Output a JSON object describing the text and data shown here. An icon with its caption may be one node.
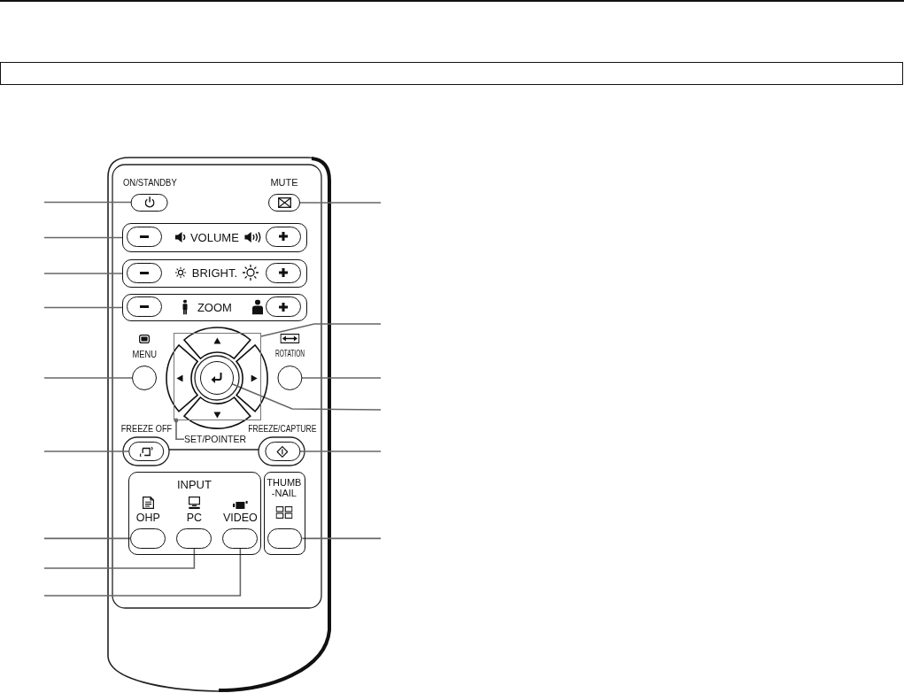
{
  "diagram": {
    "nodes": [
      {
        "text": [
          "ON/STANDBY"
        ]
      },
      {
        "text": [
          "MUTE"
        ]
      },
      {
        "text": [
          "VOLUME"
        ]
      },
      {
        "text": [
          "BRIGHT."
        ]
      },
      {
        "text": [
          "ZOOM"
        ]
      },
      {
        "text": [],
        "shape": "box"
      },
      {
        "text": [],
        "shape": "box"
      },
      {
        "text": [
          "MENU"
        ]
      },
      {
        "text": [
          "ROTATION"
        ]
      },
      {
        "text": [],
        "shape": "box"
      },
      {
        "text": [],
        "shape": "circle",
        "in": 6
      },
      {
        "text": [],
        "shape": "box"
      },
      {
        "text": [],
        "shape": "box"
      },
      {
        "text": [
          "SET/POINTER"
        ]
      },
      {
        "text": [
          "FREEZE OFF"
        ]
      },
      {
        "text": [
          "FREEZE/CAPTURE"
        ]
      },
      {
        "text": [
          "INPUT"
        ]
      },
      {
        "text": [
          "OHP"
        ],
        "in": 16
      },
      {
        "text": [
          "PC"
        ],
        "in": 16
      },
      {
        "text": [
          "VIDEO"
        ],
        "in": 16
      },
      {
        "text": [
          "THUMB -NAIL"
        ]
      },
      {
        "text": [],
        "shape": "box",
        "in": 20
      }
    ],
    "edges": [
      {
        "from": null,
        "to": 0,
        "arrow": "none"
      },
      {
        "from": null,
        "to": 1,
        "arrow": "none"
      },
      {
        "from": null,
        "to": 2,
        "arrow": "none"
      },
      {
        "from": null,
        "to": 3,
        "arrow": "none"
      },
      {
        "from": null,
        "to": 4,
        "arrow": "none"
      },
      {
        "from": null,
        "to": 6,
        "arrow": "none"
      },
      {
        "from": null,
        "to": 7,
        "arrow": "none"
      },
      {
        "from": null,
        "to": 8,
        "arrow": "none"
      },
      {
        "from": null,
        "to": 10,
        "arrow": "none"
      },
      {
        "from": 13,
        "to": 6,
        "arrow": "other"
      },
      {
        "from": null,
        "to": 14,
        "arrow": "none"
      },
      {
        "from": null,
        "to": 15,
        "arrow": "none"
      },
      {
        "from": null,
        "to": 17,
        "arrow": "none"
      },
      {
        "from": null,
        "to": 21,
        "arrow": "none"
      },
      {
        "from": null,
        "to": 18,
        "arrow": "none"
      },
      {
        "from": null,
        "to": 19,
        "arrow": "none"
      }
    ]
  }
}
